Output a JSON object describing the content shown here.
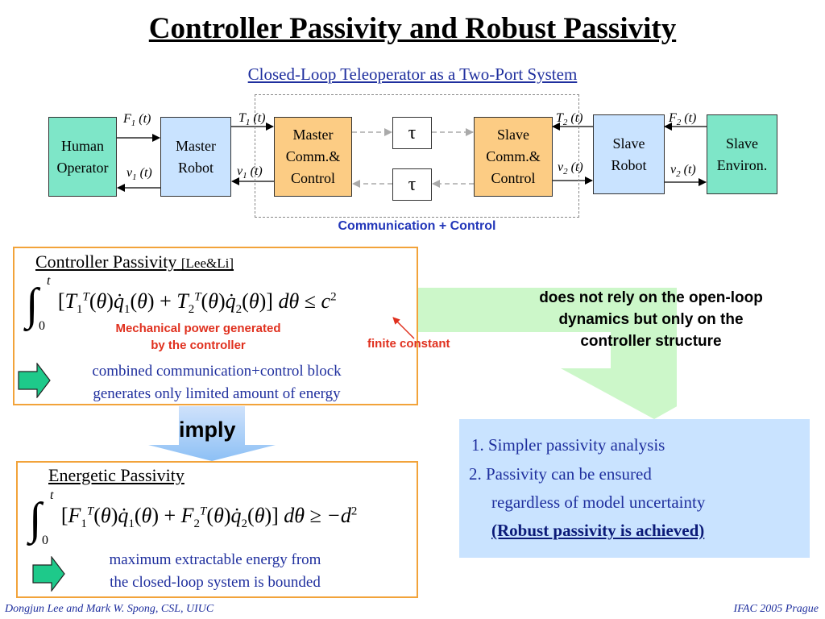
{
  "slide": {
    "title": "Controller Passivity and Robust Passivity",
    "subtitle": "Closed-Loop Teleoperator as a Two-Port System"
  },
  "diagram": {
    "blocks": {
      "human": [
        "Human",
        "Operator"
      ],
      "master_robot": [
        "Master",
        "Robot"
      ],
      "master_comm": [
        "Master",
        "Comm.&",
        "Control"
      ],
      "tau_top": "τ",
      "tau_bottom": "τ",
      "slave_comm": [
        "Slave",
        "Comm.&",
        "Control"
      ],
      "slave_robot": [
        "Slave",
        "Robot"
      ],
      "slave_env": [
        "Slave",
        "Environ."
      ]
    },
    "signals": {
      "f1": {
        "base": "F",
        "sub": "1",
        "arg": " (t)"
      },
      "v1_left": {
        "base": "v",
        "sub": "1",
        "arg": " (t)"
      },
      "t1": {
        "base": "T",
        "sub": "1",
        "arg": " (t)"
      },
      "v1_mid": {
        "base": "v",
        "sub": "1",
        "arg": " (t)"
      },
      "t2": {
        "base": "T",
        "sub": "2",
        "arg": " (t)"
      },
      "v2_mid": {
        "base": "v",
        "sub": "2",
        "arg": " (t)"
      },
      "f2": {
        "base": "F",
        "sub": "2",
        "arg": " (t)"
      },
      "v2_right": {
        "base": "v",
        "sub": "2",
        "arg": " (t)"
      }
    },
    "comm_label": "Communication + Control"
  },
  "controller_panel": {
    "title": "Controller Passivity",
    "ref": "[Lee&Li]",
    "integral_upper": "t",
    "integral_lower": "0",
    "inequality": "≤",
    "bound": "c",
    "bound_exp": "2",
    "power_note": [
      "Mechanical power generated",
      "by the controller"
    ],
    "constant_note": "finite constant",
    "conclusion": [
      "combined communication+control block",
      "generates only limited amount of energy"
    ]
  },
  "implies_label": "imply",
  "side_text": [
    "does not rely on the open-loop",
    "dynamics but only on the",
    "controller structure"
  ],
  "energetic_panel": {
    "title": "Energetic Passivity",
    "integral_upper": "t",
    "integral_lower": "0",
    "inequality": "≥",
    "bound": "−d",
    "bound_exp": "2",
    "conclusion": [
      "maximum extractable energy from",
      "the closed-loop system is bounded"
    ]
  },
  "results": {
    "item1": "1. Simpler passivity analysis",
    "item2_line1": "2. Passivity can be ensured",
    "item2_line2": "regardless of model uncertainty",
    "item2_line3": "(Robust passivity is achieved)"
  },
  "footer": {
    "left": "Dongjun Lee and Mark W. Spong, CSL, UIUC",
    "right": "IFAC 2005 Prague"
  },
  "colors": {
    "blue_text": "#1f2f9e",
    "panel_border": "#f2a33a",
    "highlight_green": "#ccf7c9",
    "arrow_teal": "#1ec98a",
    "note_red": "#e0301e"
  }
}
